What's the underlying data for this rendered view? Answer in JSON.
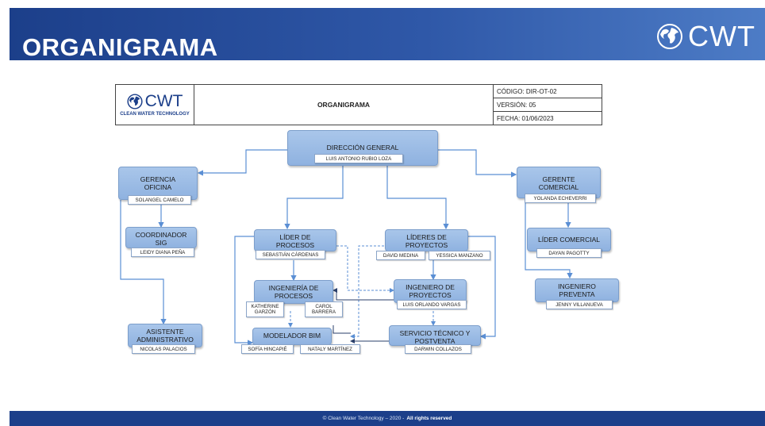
{
  "header": {
    "title": "ORGANIGRAMA",
    "logo_text": "CWT"
  },
  "doc": {
    "logo_text": "CWT",
    "logo_sub": "CLEAN WATER TECHNOLOGY",
    "title": "ORGANIGRAMA",
    "codigo": "CÓDIGO: DIR-OT-02",
    "version": "VERSIÓN: 05",
    "fecha": "FECHA: 01/06/2023"
  },
  "nodes": {
    "direccion": "DIRECCIÓN GENERAL",
    "gerencia": "GERENCIA OFICINA",
    "coordinador": "COORDINADOR SIG",
    "asistente": "ASISTENTE ADMINISTRATIVO",
    "lider_procesos": "LÍDER DE PROCESOS",
    "lideres_proyectos": "LÍDERES DE PROYECTOS",
    "ing_procesos": "INGENIERÍA DE PROCESOS",
    "modelador": "MODELADOR BIM",
    "ing_proyectos": "INGENIERO DE PROYECTOS",
    "servicio": "SERVICIO TÉCNICO Y POSTVENTA",
    "gerente_comercial": "GERENTE COMERCIAL",
    "lider_comercial": "LÍDER COMERCIAL",
    "ing_preventa": "INGENIERO PREVENTA"
  },
  "people": {
    "direccion": "LUIS ANTONIO RUBIO LOZA",
    "gerencia": "SOLANGEL CAMELO",
    "coordinador": "LEIDY DIANA PEÑA",
    "asistente": "NICOLAS PALACIOS",
    "lider_procesos": "SEBASTIÁN CÁRDENAS",
    "lideres_1": "DAVID MEDINA",
    "lideres_2": "YESSICA MANZANO",
    "ing_procesos_1": "KATHERINE GARZÓN",
    "ing_procesos_2": "CAROL BARRERA",
    "modelador_1": "SOFÍA HINCAPIÉ",
    "modelador_2": "NATALY MARTÍNEZ",
    "ing_proyectos": "LUIS ORLANDO VARGAS",
    "servicio": "DARWIN COLLAZOS",
    "gerente_comercial": "YOLANDA ECHEVERRI",
    "lider_comercial": "DAYAN PAGOTTY",
    "ing_preventa": "JENNY VILLANUEVA"
  },
  "footer": {
    "text": "© Clean Water Technology – 2020 -",
    "bold": "All rights reserved"
  }
}
